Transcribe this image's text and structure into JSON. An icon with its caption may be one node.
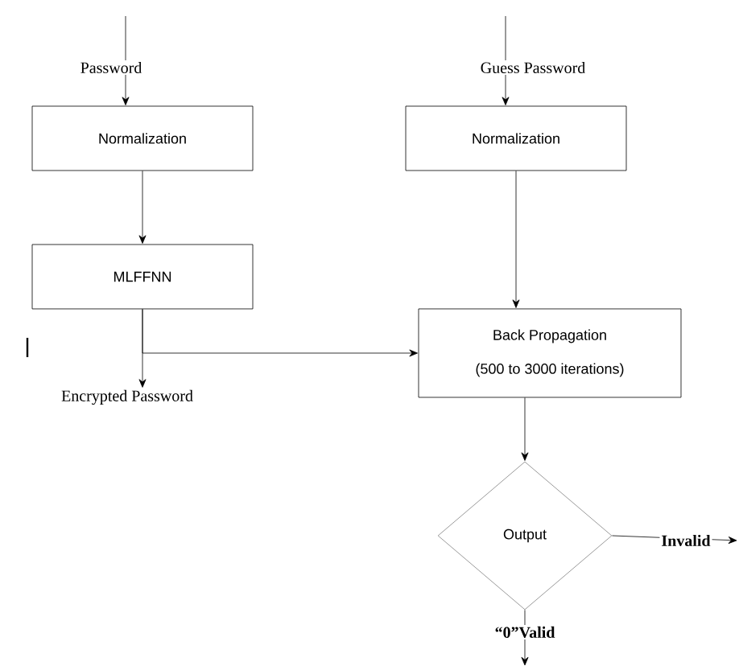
{
  "diagram": {
    "nodes": [
      {
        "text": [
          "Normalization"
        ]
      },
      {
        "text": [
          "MLFFNN"
        ]
      },
      {
        "text": [
          "Encrypted Password"
        ]
      },
      {
        "text": [
          "Normalization"
        ]
      },
      {
        "text": [
          "Back Propagation",
          "(500 to 3000 iterations)"
        ]
      },
      {
        "text": [
          "Output"
        ]
      }
    ],
    "edges": [
      {
        "from": null,
        "to": 0,
        "arrow": "to",
        "label": "Password"
      },
      {
        "from": null,
        "to": 3,
        "arrow": "to",
        "label": "Guess Password"
      },
      {
        "from": 0,
        "to": 1,
        "arrow": "to"
      },
      {
        "from": 3,
        "to": 4,
        "arrow": "to"
      },
      {
        "from": 1,
        "to": 2,
        "arrow": "to"
      },
      {
        "from": 1,
        "to": 4,
        "arrow": "to"
      },
      {
        "from": 4,
        "to": 5,
        "arrow": "to"
      },
      {
        "from": 5,
        "to": null,
        "arrow": "to",
        "label": "Invalid"
      },
      {
        "from": 5,
        "to": null,
        "arrow": "to",
        "label": "“0”Valid"
      }
    ]
  }
}
